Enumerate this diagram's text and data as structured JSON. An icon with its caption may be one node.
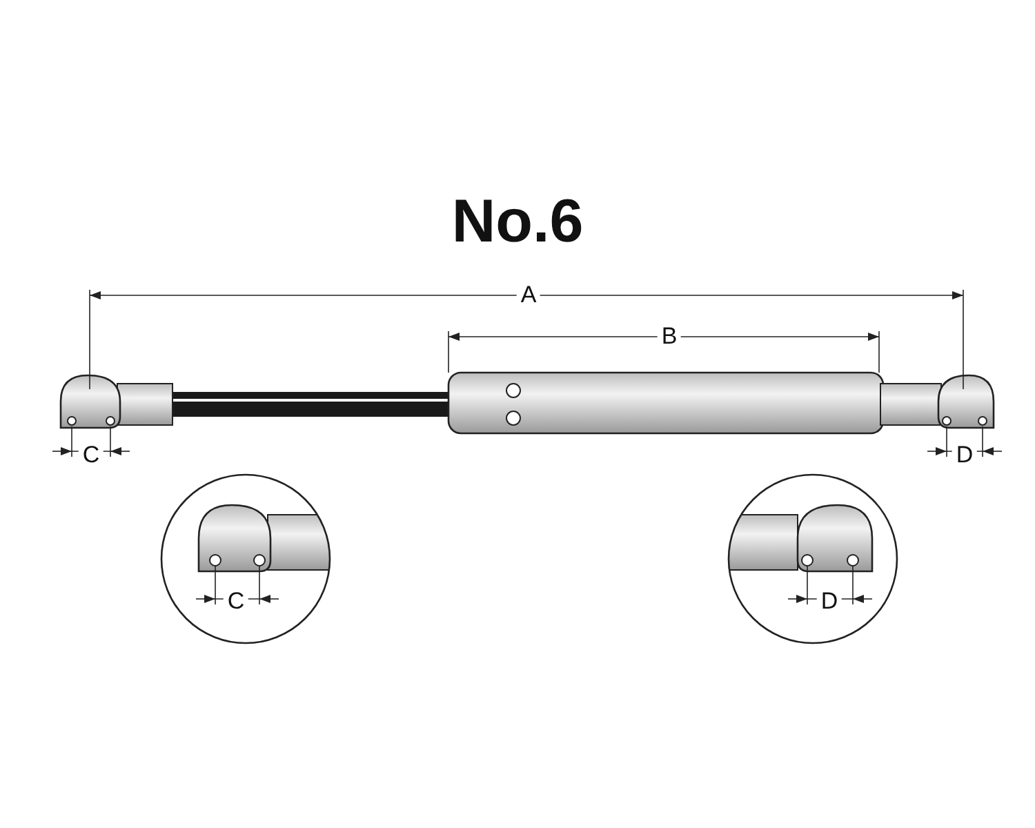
{
  "diagram": {
    "title": "No.6",
    "labels": [
      "A",
      "B",
      "C",
      "D",
      "C",
      "D"
    ]
  }
}
